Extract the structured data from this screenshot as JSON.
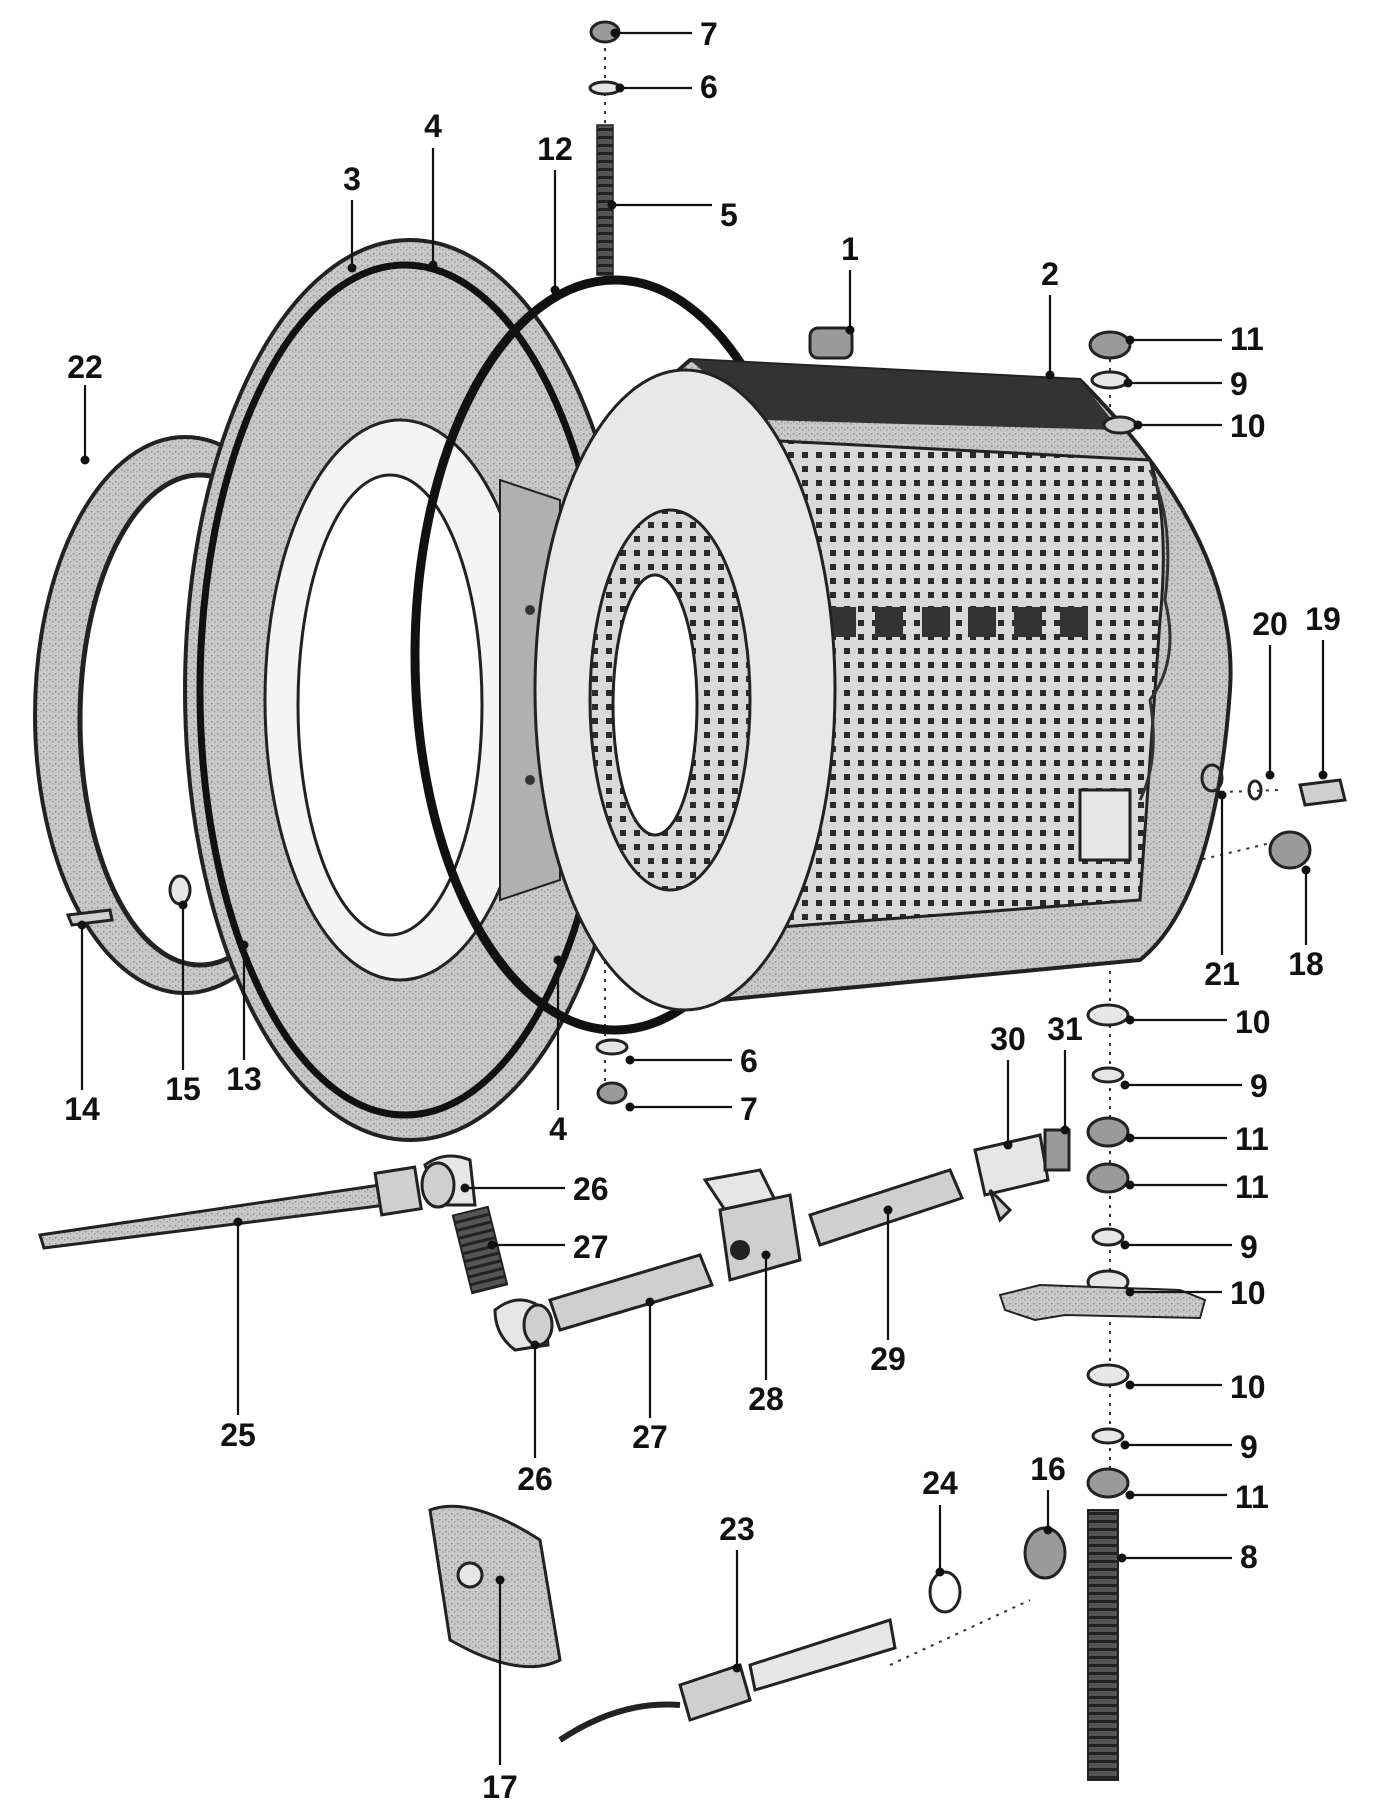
{
  "callouts": [
    {
      "id": "c7a",
      "label": "7"
    },
    {
      "id": "c6a",
      "label": "6"
    },
    {
      "id": "c5",
      "label": "5"
    },
    {
      "id": "c12",
      "label": "12"
    },
    {
      "id": "c4a",
      "label": "4"
    },
    {
      "id": "c3",
      "label": "3"
    },
    {
      "id": "c1",
      "label": "1"
    },
    {
      "id": "c2",
      "label": "2"
    },
    {
      "id": "c22",
      "label": "22"
    },
    {
      "id": "c11a",
      "label": "11"
    },
    {
      "id": "c9a",
      "label": "9"
    },
    {
      "id": "c10a",
      "label": "10"
    },
    {
      "id": "c20",
      "label": "20"
    },
    {
      "id": "c19",
      "label": "19"
    },
    {
      "id": "c21",
      "label": "21"
    },
    {
      "id": "c18",
      "label": "18"
    },
    {
      "id": "c14",
      "label": "14"
    },
    {
      "id": "c15",
      "label": "15"
    },
    {
      "id": "c13",
      "label": "13"
    },
    {
      "id": "c4b",
      "label": "4"
    },
    {
      "id": "c6b",
      "label": "6"
    },
    {
      "id": "c7b",
      "label": "7"
    },
    {
      "id": "c30",
      "label": "30"
    },
    {
      "id": "c31",
      "label": "31"
    },
    {
      "id": "c10b",
      "label": "10"
    },
    {
      "id": "c9b",
      "label": "9"
    },
    {
      "id": "c11b",
      "label": "11"
    },
    {
      "id": "c11c",
      "label": "11"
    },
    {
      "id": "c9c",
      "label": "9"
    },
    {
      "id": "c10c",
      "label": "10"
    },
    {
      "id": "c26a",
      "label": "26"
    },
    {
      "id": "c27a",
      "label": "27"
    },
    {
      "id": "c25",
      "label": "25"
    },
    {
      "id": "c27b",
      "label": "27"
    },
    {
      "id": "c28",
      "label": "28"
    },
    {
      "id": "c29",
      "label": "29"
    },
    {
      "id": "c26b",
      "label": "26"
    },
    {
      "id": "c10d",
      "label": "10"
    },
    {
      "id": "c9d",
      "label": "9"
    },
    {
      "id": "c11d",
      "label": "11"
    },
    {
      "id": "c24",
      "label": "24"
    },
    {
      "id": "c16",
      "label": "16"
    },
    {
      "id": "c23",
      "label": "23"
    },
    {
      "id": "c8",
      "label": "8"
    },
    {
      "id": "c17",
      "label": "17"
    }
  ]
}
